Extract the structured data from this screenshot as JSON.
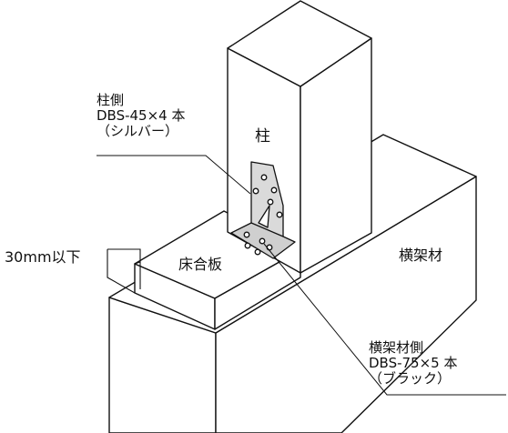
{
  "labels": {
    "column": "柱",
    "floor_board": "床合板",
    "cross_beam": "横架材",
    "gap": "30mm以下"
  },
  "callouts": {
    "column_side": {
      "title": "柱側",
      "product": "DBS-45×4 本",
      "finish": "（シルバー）"
    },
    "beam_side": {
      "title": "横架材側",
      "product": "DBS-75×5 本",
      "finish": "（ブラック）"
    }
  }
}
